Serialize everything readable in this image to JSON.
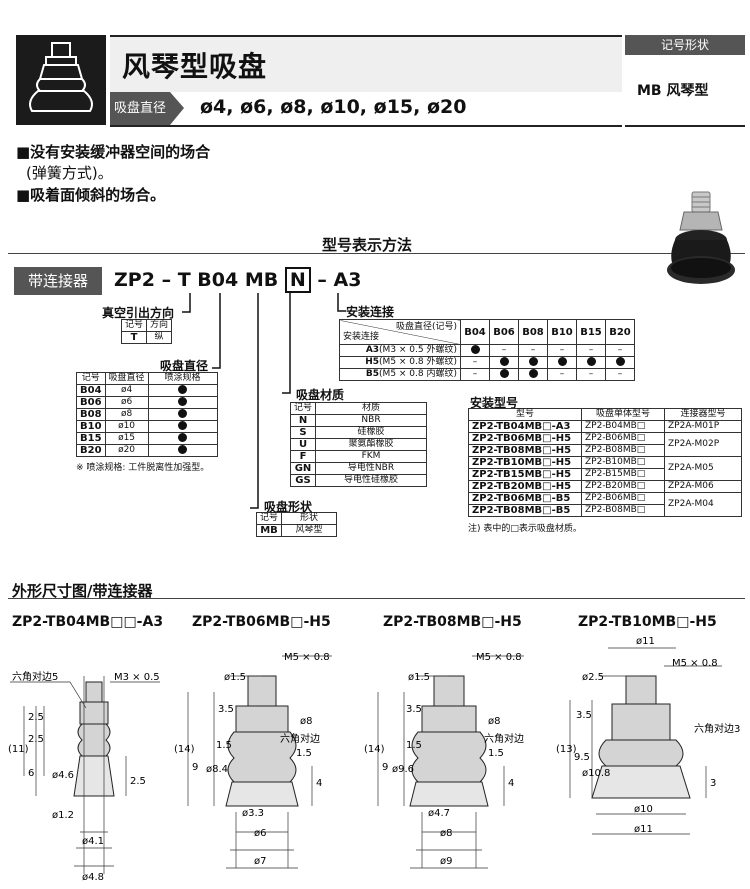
{
  "header": {
    "title": "风琴型吸盘",
    "sub_label": "吸盘直径",
    "sizes": "ø4, ø6, ø8, ø10, ø15, ø20",
    "symbol_head": "记号形状",
    "symbol_value": "MB 风琴型"
  },
  "features": [
    "■没有安装缓冲器空间的场合",
    "(弹簧方式)。",
    "■吸着面倾斜的场合。"
  ],
  "model_section_title": "型号表示方法",
  "connector_tag": "带连接器",
  "model_code": {
    "p1": "ZP2",
    "dash1": "–",
    "p2": "T",
    "p3": "B04",
    "p4": "MB",
    "p5": "N",
    "dash2": "–",
    "p6": "A3"
  },
  "labels": {
    "vacuum_dir": "真空引出方向",
    "pad_dia": "吸盘直径",
    "pad_mat": "吸盘材质",
    "pad_shape": "吸盘形状",
    "mounting": "安装连接",
    "mount_model": "安装型号"
  },
  "dir_table": {
    "h1": "记号",
    "h2": "方向",
    "rows": [
      [
        "T",
        "纵"
      ]
    ]
  },
  "dia_table": {
    "h1": "记号",
    "h2": "吸盘直径",
    "h3": "喷涂规格",
    "rows": [
      [
        "B04",
        "ø4"
      ],
      [
        "B06",
        "ø6"
      ],
      [
        "B08",
        "ø8"
      ],
      [
        "B10",
        "ø10"
      ],
      [
        "B15",
        "ø15"
      ],
      [
        "B20",
        "ø20"
      ]
    ],
    "note": "※ 喷涂规格: 工件脱离性加强型。"
  },
  "mat_table": {
    "h1": "记号",
    "h2": "材质",
    "rows": [
      [
        "N",
        "NBR"
      ],
      [
        "S",
        "硅橡胶"
      ],
      [
        "U",
        "聚氨酯橡胶"
      ],
      [
        "F",
        "FKM"
      ],
      [
        "GN",
        "导电性NBR"
      ],
      [
        "GS",
        "导电性硅橡胶"
      ]
    ]
  },
  "shape_table": {
    "h1": "记号",
    "h2": "形状",
    "rows": [
      [
        "MB",
        "风琴型"
      ]
    ]
  },
  "mount_table": {
    "corner_top": "吸盘直径(记号)",
    "corner_bottom": "安装连接",
    "cols": [
      "B04",
      "B06",
      "B08",
      "B10",
      "B15",
      "B20"
    ],
    "rows": [
      {
        "code": "A3",
        "desc": "(M3 × 0.5 外螺纹)",
        "cells": [
          "●",
          "–",
          "–",
          "–",
          "–",
          "–"
        ]
      },
      {
        "code": "H5",
        "desc": "(M5 × 0.8 外螺纹)",
        "cells": [
          "–",
          "●",
          "●",
          "●",
          "●",
          "●"
        ]
      },
      {
        "code": "B5",
        "desc": "(M5 × 0.8 内螺纹)",
        "cells": [
          "–",
          "●",
          "●",
          "–",
          "–",
          "–"
        ]
      }
    ]
  },
  "model_table": {
    "h1": "型号",
    "h2": "吸盘单体型号",
    "h3": "连接器型号",
    "rows": [
      [
        "ZP2-TB04MB□-A3",
        "ZP2-B04MB□",
        "ZP2A-M01P"
      ],
      [
        "ZP2-TB06MB□-H5",
        "ZP2-B06MB□",
        "ZP2A-M02P"
      ],
      [
        "ZP2-TB08MB□-H5",
        "ZP2-B08MB□",
        ""
      ],
      [
        "ZP2-TB10MB□-H5",
        "ZP2-B10MB□",
        "ZP2A-M05"
      ],
      [
        "ZP2-TB15MB□-H5",
        "ZP2-B15MB□",
        ""
      ],
      [
        "ZP2-TB20MB□-H5",
        "ZP2-B20MB□",
        "ZP2A-M06"
      ],
      [
        "ZP2-TB06MB□-B5",
        "ZP2-B06MB□",
        "ZP2A-M04"
      ],
      [
        "ZP2-TB08MB□-B5",
        "ZP2-B08MB□",
        ""
      ]
    ],
    "note": "注) 表中的□表示吸盘材质。"
  },
  "dim_section_title": "外形尺寸图/带连接器",
  "drawings": [
    {
      "title": "ZP2-TB04MB□□-A3",
      "texts": [
        "六角对边5",
        "M3 × 0.5",
        "2.5",
        "2.5",
        "(11)",
        "6",
        "ø4.6",
        "2.5",
        "ø1.2",
        "ø4.1",
        "ø4.8"
      ]
    },
    {
      "title": "ZP2-TB06MB□-H5",
      "texts": [
        "M5 × 0.8",
        "ø1.5",
        "3.5",
        "ø8",
        "六角对边",
        "1.5",
        "(14)",
        "9",
        "1.5",
        "ø8.4",
        "4",
        "ø3.3",
        "ø6",
        "ø7"
      ]
    },
    {
      "title": "ZP2-TB08MB□-H5",
      "texts": [
        "M5 × 0.8",
        "ø1.5",
        "3.5",
        "ø8",
        "六角对边",
        "1.5",
        "(14)",
        "9",
        "1.5",
        "ø9.6",
        "4",
        "ø4.7",
        "ø8",
        "ø9"
      ]
    },
    {
      "title": "ZP2-TB10MB□-H5",
      "texts": [
        "ø11",
        "M5 × 0.8",
        "ø2.5",
        "3.5",
        "六角对边3",
        "(13)",
        "9.5",
        "ø10.8",
        "3",
        "ø10",
        "ø11"
      ]
    }
  ],
  "colors": {
    "dark": "#555555",
    "header_bg": "#efefef",
    "pad_black": "#1b1b1b"
  }
}
